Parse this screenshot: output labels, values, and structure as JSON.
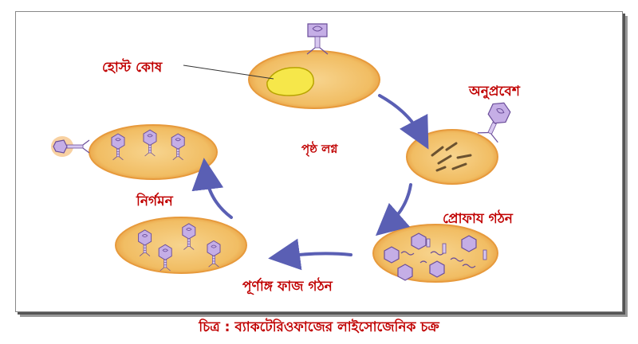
{
  "labels": {
    "host_cell": "হোস্ট কোষ",
    "attachment": "পৃষ্ঠ লগ্ন",
    "penetration": "অনুপ্রবেশ",
    "prophage_formation": "প্রোফায গঠন",
    "complete_phage_formation": "পূর্ণাঙ্গ ফাজ গঠন",
    "release": "নির্গমন"
  },
  "caption": "চিত্র : ব্যাকটেরিওফাজের লাইসোজেনিক চক্র",
  "colors": {
    "label_red": "#c00000",
    "cell_fill": "#f2c36b",
    "cell_border": "#e79a3c",
    "arrow_blue": "#5a5fb4",
    "phage_purple": "#b59ad8",
    "phage_stroke": "#6b4e9a",
    "nucleus_yellow": "#f3e23a"
  }
}
